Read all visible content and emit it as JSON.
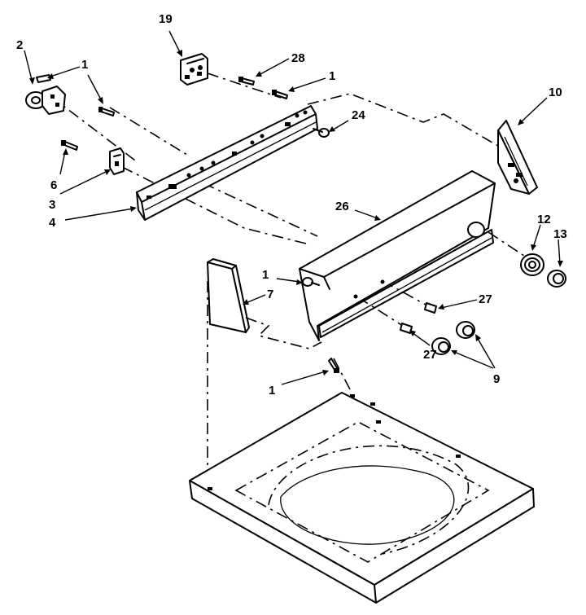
{
  "diagram": {
    "callouts": [
      {
        "id": "c-2-a",
        "text": "2"
      },
      {
        "id": "c-1-a",
        "text": "1"
      },
      {
        "id": "c-19",
        "text": "19"
      },
      {
        "id": "c-28",
        "text": "28"
      },
      {
        "id": "c-1-b",
        "text": "1"
      },
      {
        "id": "c-24",
        "text": "24"
      },
      {
        "id": "c-10",
        "text": "10"
      },
      {
        "id": "c-6",
        "text": "6"
      },
      {
        "id": "c-3",
        "text": "3"
      },
      {
        "id": "c-4",
        "text": "4"
      },
      {
        "id": "c-26",
        "text": "26"
      },
      {
        "id": "c-12",
        "text": "12"
      },
      {
        "id": "c-13",
        "text": "13"
      },
      {
        "id": "c-1-c",
        "text": "1"
      },
      {
        "id": "c-7",
        "text": "7"
      },
      {
        "id": "c-27-a",
        "text": "27"
      },
      {
        "id": "c-27-b",
        "text": "27"
      },
      {
        "id": "c-9",
        "text": "9"
      },
      {
        "id": "c-1-d",
        "text": "1"
      }
    ]
  }
}
